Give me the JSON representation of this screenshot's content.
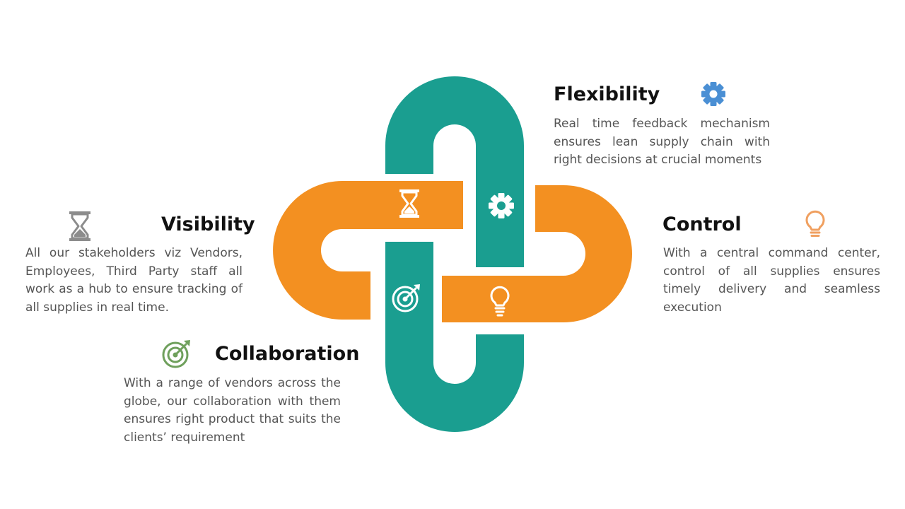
{
  "colors": {
    "teal": "#1a9e90",
    "orange": "#f39021",
    "heading": "#111111",
    "body_text": "#555555",
    "icon_gray": "#8c8c8c",
    "icon_blue": "#4a8fd4",
    "icon_orange": "#f0a060",
    "icon_green": "#6fa05c",
    "icon_on_shape": "#ffffff"
  },
  "sections": {
    "flexibility": {
      "title": "Flexibility",
      "icon": "gear-icon",
      "description": "Real time feedback mechanism ensures lean supply chain with right decisions at crucial moments"
    },
    "visibility": {
      "title": "Visibility",
      "icon": "hourglass-icon",
      "description": "All our stakeholders viz Vendors, Employees, Third Party staff all work as a hub to ensure tracking of all supplies in real time."
    },
    "control": {
      "title": "Control",
      "icon": "lightbulb-icon",
      "description": "With a central command center, control of all supplies ensures timely delivery and seamless execution"
    },
    "collaboration": {
      "title": "Collaboration",
      "icon": "target-icon",
      "description": "With a range of vendors across the globe, our collaboration with them ensures right product that suits the clients’ requirement"
    }
  }
}
